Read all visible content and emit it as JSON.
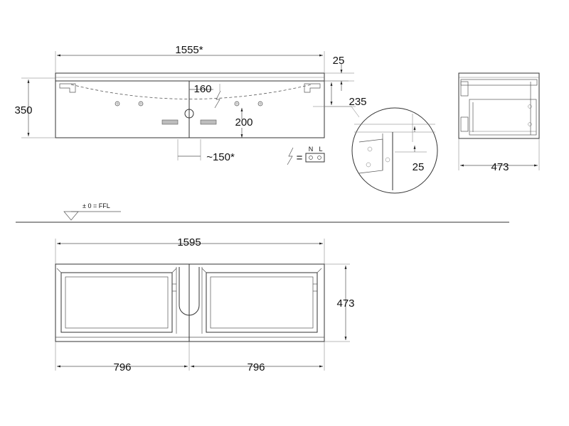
{
  "front_view": {
    "dim_width": "1555*",
    "dim_top_offset": "25",
    "dim_height": "350",
    "dim_outlet_offset": "160",
    "dim_socket_height": "235",
    "dim_siphon_height": "200",
    "dim_drain_spacing": "~150*"
  },
  "electrical": {
    "n_label": "N",
    "l_label": "L",
    "equals": "="
  },
  "detail_view": {
    "dim_gap": "25"
  },
  "side_view": {
    "dim_depth": "473"
  },
  "floor_level": {
    "label": "± 0 = FFL"
  },
  "top_view": {
    "dim_total_width": "1595",
    "dim_depth": "473",
    "dim_left_drawer": "796",
    "dim_right_drawer": "796"
  }
}
